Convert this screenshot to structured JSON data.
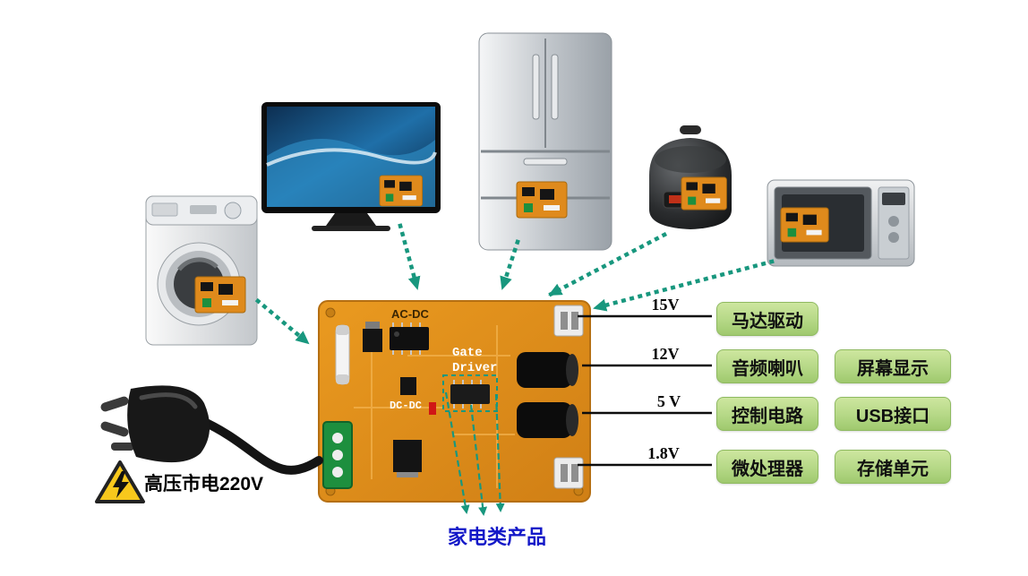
{
  "board": {
    "acdc": "AC-DC",
    "gate": "Gate",
    "driver": "Driver",
    "dcdc": "DC-DC"
  },
  "outputs": [
    {
      "voltage": "15V",
      "boxes": [
        "马达驱动"
      ]
    },
    {
      "voltage": "12V",
      "boxes": [
        "音频喇叭",
        "屏幕显示"
      ]
    },
    {
      "voltage": "5 V",
      "boxes": [
        "控制电路",
        "USB接口"
      ]
    },
    {
      "voltage": "1.8V",
      "boxes": [
        "微处理器",
        "存储单元"
      ]
    }
  ],
  "labels": {
    "mains": "高压市电220V",
    "products": "家电类产品"
  },
  "appliances": [
    {
      "name": "washing-machine"
    },
    {
      "name": "tv"
    },
    {
      "name": "refrigerator"
    },
    {
      "name": "rice-cooker"
    },
    {
      "name": "microwave"
    }
  ],
  "colors": {
    "arrow_green": "#18977e",
    "box_green": "#b5d886",
    "board_orange": "#df8d1e",
    "products_blue": "#1318c8",
    "warning_yellow": "#f8c81c"
  }
}
